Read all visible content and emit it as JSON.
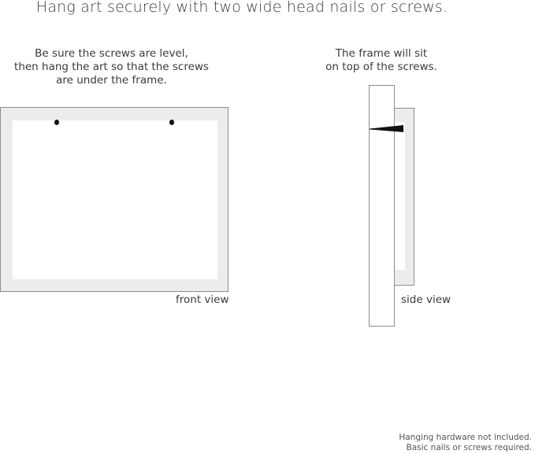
{
  "title": "Hang art securely with two wide head nails or screws.",
  "front": {
    "caption_lines": [
      "Be sure the screws are level,",
      "then hang the art so that the screws",
      "are under the frame."
    ],
    "label": "front view"
  },
  "side": {
    "caption_lines": [
      "The frame will sit",
      "on top of the screws."
    ],
    "label": "side view"
  },
  "footnote_lines": [
    "Hanging hardware not included.",
    "Basic nails or screws required."
  ],
  "colors": {
    "frame_fill": "#ececec",
    "frame_border": "#8c8c8c",
    "screw": "#111111",
    "text": "#3a3a3a"
  }
}
